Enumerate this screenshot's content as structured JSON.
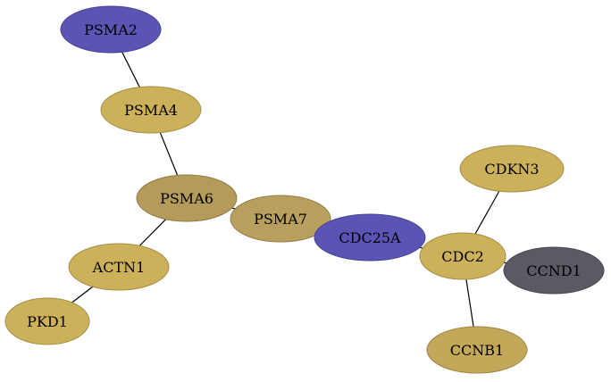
{
  "nodes": [
    {
      "id": "PSMA2",
      "label": "PSMA2",
      "color": "#5a55b4"
    },
    {
      "id": "PSMA4",
      "label": "PSMA4",
      "color": "#cdb15a"
    },
    {
      "id": "PSMA6",
      "label": "PSMA6",
      "color": "#b49b5a"
    },
    {
      "id": "PSMA7",
      "label": "PSMA7",
      "color": "#b89f5e"
    },
    {
      "id": "ACTN1",
      "label": "ACTN1",
      "color": "#cdb15a"
    },
    {
      "id": "PKD1",
      "label": "PKD1",
      "color": "#cdb15a"
    },
    {
      "id": "CDC25A",
      "label": "CDC25A",
      "color": "#5a55b4"
    },
    {
      "id": "CDC2",
      "label": "CDC2",
      "color": "#cdb15a"
    },
    {
      "id": "CDKN3",
      "label": "CDKN3",
      "color": "#cdb15a"
    },
    {
      "id": "CCND1",
      "label": "CCND1",
      "color": "#5a5a64"
    },
    {
      "id": "CCNB1",
      "label": "CCNB1",
      "color": "#c3a85a"
    }
  ],
  "edges": [
    {
      "source": "PSMA2",
      "target": "PSMA4"
    },
    {
      "source": "PSMA4",
      "target": "PSMA6"
    },
    {
      "source": "PSMA6",
      "target": "PSMA7"
    },
    {
      "source": "PSMA6",
      "target": "ACTN1"
    },
    {
      "source": "ACTN1",
      "target": "PKD1"
    },
    {
      "source": "PSMA7",
      "target": "CDC25A"
    },
    {
      "source": "CDC25A",
      "target": "CDC2"
    },
    {
      "source": "CDC2",
      "target": "CDKN3"
    },
    {
      "source": "CDC2",
      "target": "CCND1"
    },
    {
      "source": "CDC2",
      "target": "CCNB1"
    }
  ]
}
